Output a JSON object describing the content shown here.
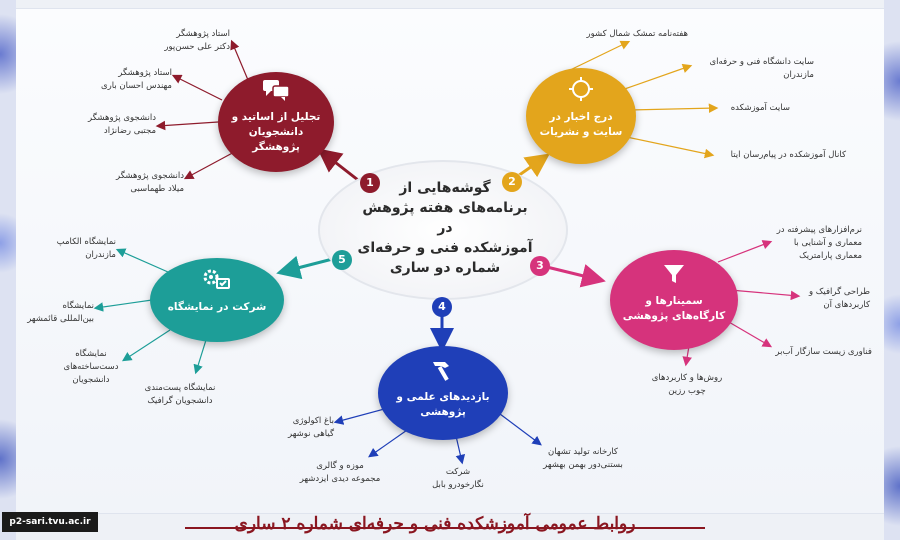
{
  "center": {
    "title_lines": [
      "گوشه‌هایی از",
      "برنامه‌های هفته پژوهش",
      "در",
      "آموزشکده فنی و حرفه‌ای",
      "شماره دو ساری"
    ]
  },
  "hubs": [
    {
      "number": "1",
      "label": "تجلیل از اساتید و دانشجویان پژوهشگر",
      "color": "#8e1b2c",
      "icon": "chat-bubbles-icon",
      "glyph": "💬",
      "leaves": [
        "استاد پژوهشگر\nدکتر علی حسن‌پور",
        "استاد پژوهشگر\nمهندس احسان باری",
        "دانشجوی پژوهشگر\nمجتبی رضانژاد",
        "دانشجوی پژوهشگر\nمیلاد طهماسبی"
      ]
    },
    {
      "number": "2",
      "label": "درج اخبار در سایت و نشریات",
      "color": "#e3a51c",
      "icon": "target-icon",
      "glyph": "⌖",
      "leaves": [
        "هفته‌نامه تمشک شمال کشور",
        "سایت دانشگاه فنی و حرفه‌ای\nمازندران",
        "سایت آموزشکده",
        "کانال آموزشکده در پیام‌رسان ایتا"
      ]
    },
    {
      "number": "3",
      "label": "سمینارها و کارگاه‌های پژوهشی",
      "color": "#d6337c",
      "icon": "funnel-icon",
      "glyph": "⏷",
      "leaves": [
        "نرم‌افزارهای پیشرفته در\nمعماری و آشنایی با\nمعماری پارامتریک",
        "طراحی گرافیک و\nکاربردهای آن",
        "فناوری زیست سازگار آب‌بر",
        "روش‌ها و کاربردهای\nچوب رزین"
      ]
    },
    {
      "number": "4",
      "label": "بازدیدهای علمی و پژوهشی",
      "color": "#1f3fb8",
      "icon": "hammer-icon",
      "glyph": "⚒",
      "leaves": [
        "باغ اکولوژی\nگیاهی نوشهر",
        "موزه و گالری\nمجموعه دیدی ایزدشهر",
        "شرکت\nنگارخودرو بابل",
        "کارخانه تولید تشهان\nبستنی‌دور بهمن بهشهر"
      ]
    },
    {
      "number": "5",
      "label": "شرکت در نمایشگاه",
      "color": "#1d9e98",
      "icon": "gears-icon",
      "glyph": "⚙",
      "leaves": [
        "نمایشگاه الکامپ\nمازندران",
        "نمایشگاه\nبین‌المللی قائمشهر",
        "نمایشگاه\nدست‌ساخته‌های\nدانشجویان",
        "نمایشگاه پست‌مندی\nدانشجویان گرافیک"
      ]
    }
  ],
  "footer": {
    "title": "روابط عمومی آموزشکده فنی و حرفه‌ای شماره ۲ ساری",
    "url": "p2-sari.tvu.ac.ir"
  }
}
